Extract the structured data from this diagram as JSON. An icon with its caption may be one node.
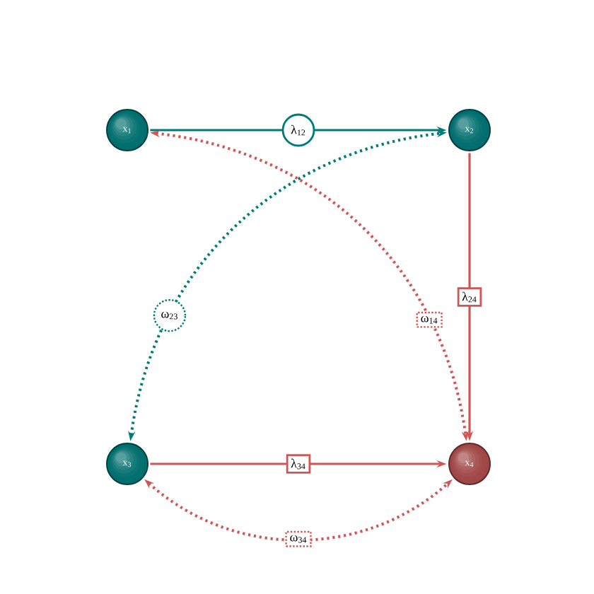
{
  "diagram": {
    "nodes": [
      {
        "text": [
          "x$_{1}$"
        ]
      },
      {
        "text": [
          "x$_{2}$"
        ]
      },
      {
        "text": [
          "x$_{3}$"
        ]
      },
      {
        "text": [
          "x$_{4}$"
        ]
      }
    ],
    "edges": [
      {
        "from": 0,
        "to": 1,
        "arrow": "to",
        "label": "λ$_{12}$",
        "color": "#007b7b"
      },
      {
        "from": 1,
        "to": 3,
        "arrow": "to",
        "label": "λ$_{24}$"
      },
      {
        "from": 2,
        "to": 3,
        "arrow": "to",
        "label": "λ$_{34}$"
      },
      {
        "from": 2,
        "to": 1,
        "arrow": "both",
        "label": "ω$_{23}$",
        "style": "dashed",
        "color": "#007b7b"
      },
      {
        "from": 0,
        "to": 3,
        "arrow": "both",
        "label": "ω$_{14}$",
        "style": "dashed"
      },
      {
        "from": 2,
        "to": 3,
        "arrow": "both",
        "label": "ω$_{34}$",
        "style": "dashed"
      }
    ]
  }
}
